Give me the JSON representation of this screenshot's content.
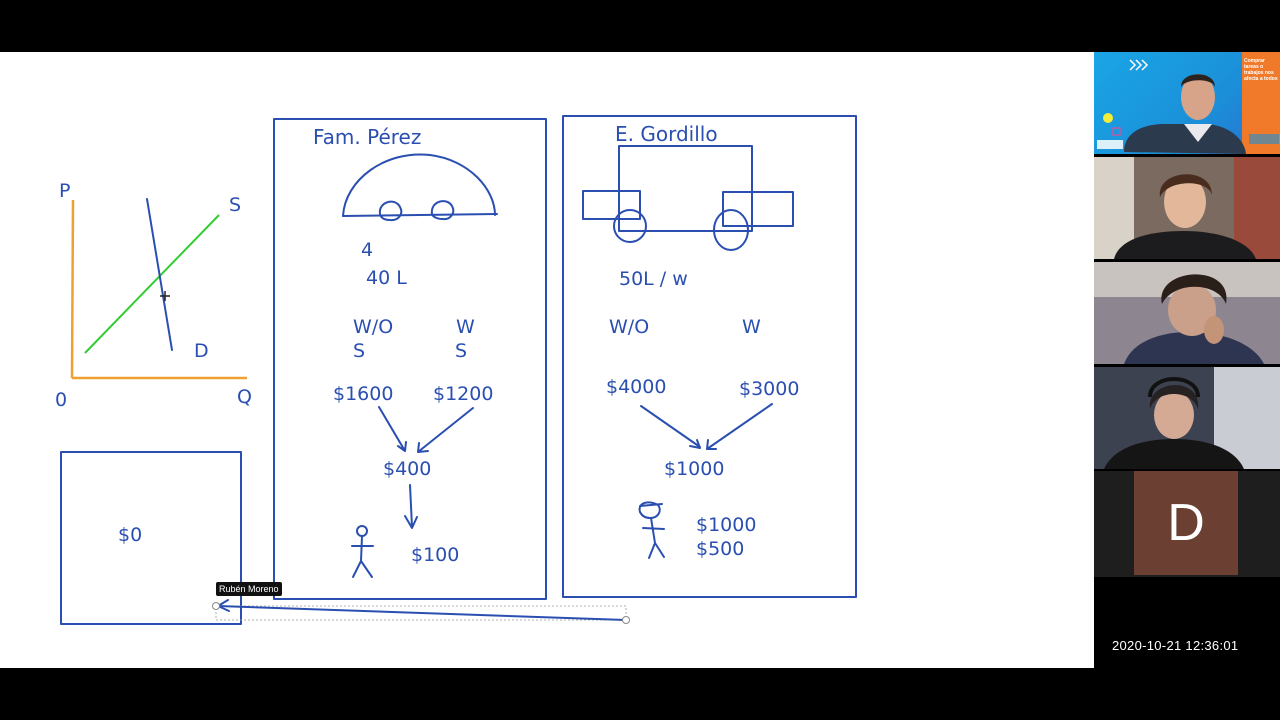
{
  "whiteboard": {
    "graph": {
      "p_label": "P",
      "q_label": "Q",
      "origin_label": "0",
      "s_label": "S",
      "d_label": "D"
    },
    "small_box": {
      "amount": "$0"
    },
    "perez": {
      "title": "Fam. Pérez",
      "people": "4",
      "liters": "40 L",
      "wo_label_1": "W/O",
      "wo_label_2": "S",
      "w_label_1": "W",
      "w_label_2": "S",
      "wo_value": "$1600",
      "w_value": "$1200",
      "difference": "$400",
      "per_person": "$100"
    },
    "gordillo": {
      "title": "E. Gordillo",
      "liters": "50L / w",
      "wo_label": "W/O",
      "w_label": "W",
      "wo_value": "$4000",
      "w_value": "$3000",
      "difference": "$1000",
      "value_1": "$1000",
      "value_2": "$500"
    },
    "cursor_name": "Rubén Moreno"
  },
  "participants": [
    {
      "kind": "presenter",
      "banner_text": "Comprar tareas o trabajos nos afecta a todos"
    },
    {
      "kind": "video"
    },
    {
      "kind": "video"
    },
    {
      "kind": "video"
    },
    {
      "kind": "avatar",
      "initial": "D"
    }
  ],
  "timestamp": "2020-10-21  12:36:01",
  "colors": {
    "ink": "#2a4fb0",
    "axes": "#f0a030",
    "supply_line": "#33cc33",
    "avatar_bg": "#6b4032"
  }
}
